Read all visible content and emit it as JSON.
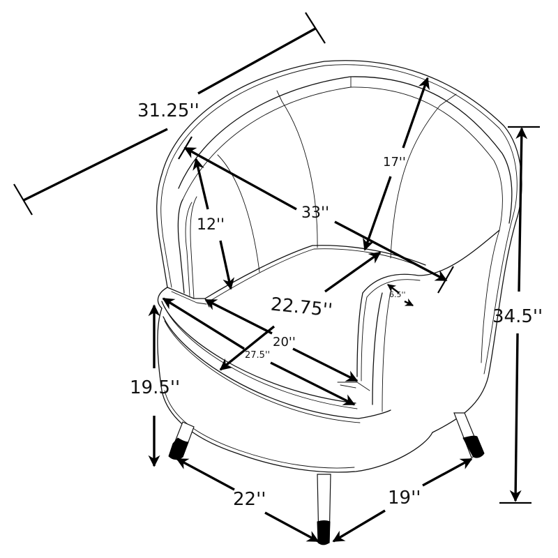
{
  "diagram": {
    "subject": "Tub accent chair with tapered legs — dimension line drawing",
    "colors": {
      "line": "#111111",
      "dimension_arrow": "#000000",
      "leg_cap": "#000000",
      "background": "#ffffff"
    },
    "dimensions": {
      "overall_width": {
        "label": "31.25''",
        "value": 31.25,
        "unit": "in",
        "meaning": "overall width"
      },
      "inner_width": {
        "label": "33''",
        "value": 33,
        "unit": "in",
        "meaning": "inner back width across arms"
      },
      "back_height": {
        "label": "17''",
        "value": 17,
        "unit": "in",
        "meaning": "inner back height above seat"
      },
      "arm_height": {
        "label": "12''",
        "value": 12,
        "unit": "in",
        "meaning": "arm height above seat"
      },
      "seat_depth": {
        "label": "22.75''",
        "value": 22.75,
        "unit": "in",
        "meaning": "seat depth"
      },
      "seat_inner_depth": {
        "label": "20''",
        "value": 20,
        "unit": "in",
        "meaning": "seat cushion depth"
      },
      "seat_width": {
        "label": "27.5''",
        "value": 27.5,
        "unit": "in",
        "meaning": "seat front width"
      },
      "arm_width": {
        "label": "6.5''",
        "value": 6.5,
        "unit": "in",
        "meaning": "arm width"
      },
      "overall_height": {
        "label": "34.5''",
        "value": 34.5,
        "unit": "in",
        "meaning": "overall height"
      },
      "seat_height": {
        "label": "19.5''",
        "value": 19.5,
        "unit": "in",
        "meaning": "seat height from floor"
      },
      "leg_span_front": {
        "label": "22''",
        "value": 22,
        "unit": "in",
        "meaning": "leg span left-to-front"
      },
      "leg_span_side": {
        "label": "19''",
        "value": 19,
        "unit": "in",
        "meaning": "leg span front-to-right"
      }
    }
  }
}
